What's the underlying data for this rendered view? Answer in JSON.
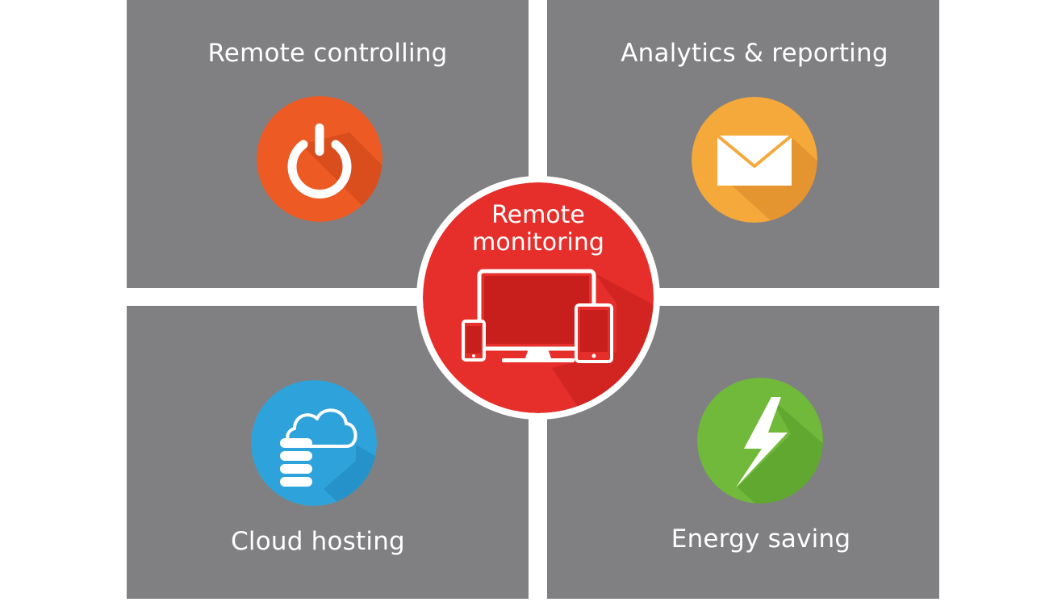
{
  "nodes": {
    "remote_controlling": {
      "label": "Remote controlling",
      "icon": "power-icon",
      "color": "#ee5a24"
    },
    "analytics_reporting": {
      "label": "Analytics & reporting",
      "icon": "envelope-icon",
      "color": "#f6a93b"
    },
    "cloud_hosting": {
      "label": "Cloud hosting",
      "icon": "cloud-database-icon",
      "color": "#2ea3db"
    },
    "energy_saving": {
      "label": "Energy saving",
      "icon": "lightning-icon",
      "color": "#70b93a"
    }
  },
  "center": {
    "line1": "Remote",
    "line2": "monitoring",
    "icon": "devices-icon",
    "color": "#e62e2b"
  },
  "colors": {
    "panel": "#808082",
    "background": "#ffffff",
    "text": "#ffffff"
  }
}
